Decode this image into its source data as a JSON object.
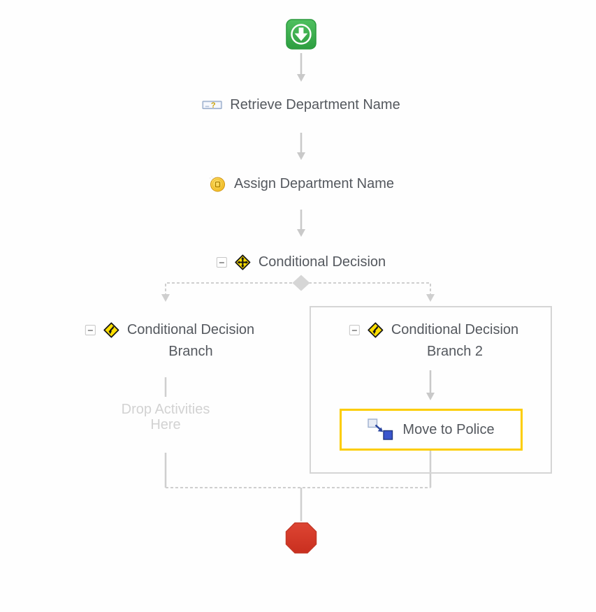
{
  "nodes": {
    "start": {
      "icon": "start-down-arrow-icon"
    },
    "retrieve": {
      "label": "Retrieve Department Name",
      "icon": "input-question-icon"
    },
    "assign": {
      "label": "Assign Department Name",
      "icon": "coin-icon"
    },
    "decision": {
      "label": "Conditional Decision",
      "icon": "crossroads-sign-icon"
    },
    "branch1": {
      "label_top": "Conditional Decision",
      "label_bottom": "Branch",
      "icon": "turn-sign-icon",
      "placeholder": "Drop Activities Here"
    },
    "branch2": {
      "label_top": "Conditional Decision",
      "label_bottom": "Branch 2",
      "icon": "turn-sign-icon",
      "selected": true
    },
    "move": {
      "label": "Move to Police",
      "icon": "move-icon",
      "highlighted": true
    },
    "stop": {
      "icon": "stop-octagon-icon"
    }
  },
  "colors": {
    "start_green": "#3cab4b",
    "stop_red": "#d63a2a",
    "selection_gold": "#fccd00",
    "container_border": "#d5d5d5",
    "connector_gray": "#c9c9c9",
    "label_text": "#54585e",
    "placeholder_text": "#d2d2d2",
    "sign_yellow": "#ffdf00"
  }
}
